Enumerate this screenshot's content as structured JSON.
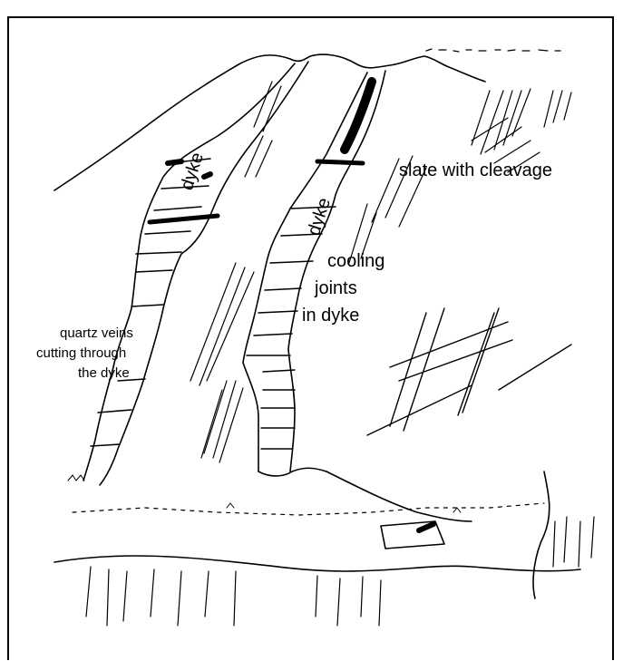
{
  "labels": {
    "dyke_left": "dyke",
    "dyke_center": "dyke",
    "slate": "slate with cleavage",
    "cooling_1": "cooling",
    "cooling_2": "joints",
    "cooling_3": "in dyke",
    "quartz_1": "quartz veins",
    "quartz_2": "cutting through",
    "quartz_3": "the dyke"
  },
  "colors": {
    "ink": "#000000",
    "paper": "#ffffff"
  }
}
